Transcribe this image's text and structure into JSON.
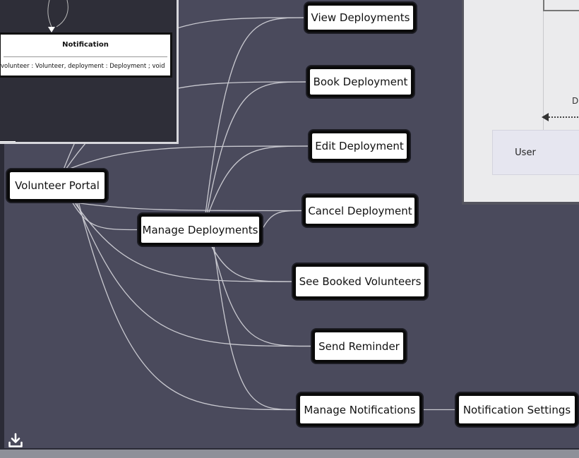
{
  "diagram": {
    "nodes": {
      "view_deployments": "View Deployments",
      "book_deployment": "Book Deployment",
      "edit_deployment": "Edit Deployment",
      "volunteer_portal": "Volunteer Portal",
      "cancel_deployment": "Cancel Deployment",
      "manage_deployments": "Manage Deployments",
      "see_booked_volunteers": "See Booked Volunteers",
      "send_reminder": "Send Reminder",
      "manage_notifications": "Manage Notifications",
      "notification_settings": "Notification Settings"
    },
    "edges": [
      [
        "volunteer_portal",
        "view_deployments"
      ],
      [
        "volunteer_portal",
        "book_deployment"
      ],
      [
        "volunteer_portal",
        "edit_deployment"
      ],
      [
        "volunteer_portal",
        "cancel_deployment"
      ],
      [
        "volunteer_portal",
        "manage_deployments"
      ],
      [
        "volunteer_portal",
        "see_booked_volunteers"
      ],
      [
        "volunteer_portal",
        "send_reminder"
      ],
      [
        "volunteer_portal",
        "manage_notifications"
      ],
      [
        "manage_deployments",
        "view_deployments"
      ],
      [
        "manage_deployments",
        "book_deployment"
      ],
      [
        "manage_deployments",
        "edit_deployment"
      ],
      [
        "manage_deployments",
        "cancel_deployment"
      ],
      [
        "manage_deployments",
        "see_booked_volunteers"
      ],
      [
        "manage_deployments",
        "send_reminder"
      ],
      [
        "manage_deployments",
        "manage_notifications"
      ],
      [
        "manage_notifications",
        "notification_settings"
      ]
    ],
    "edge_color": "#c9c9d0",
    "background": "#4a4a5c"
  },
  "inset_left": {
    "class_title": "Notification",
    "class_attr": "volunteer : Volunteer, deployment : Deployment ; void"
  },
  "inset_right": {
    "edge_label": "D",
    "actor_label": "User"
  },
  "toolbar": {
    "download_icon": "download-icon"
  }
}
